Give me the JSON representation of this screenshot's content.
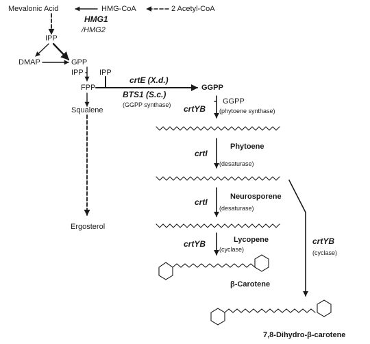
{
  "metabolites": {
    "mevalonic_acid": "Mevalonic Acid",
    "hmg_coa": "HMG-CoA",
    "acetyl_coa": "2 Acetyl-CoA",
    "ipp_top": "IPP",
    "dmap": "DMAP",
    "gpp": "GPP",
    "ipp_a": "IPP",
    "ipp_b": "IPP",
    "fpp": "FPP",
    "ggpp_main": "GGPP",
    "ggpp_small": "GGPP",
    "squalene": "Squalene",
    "ergosterol": "Ergosterol",
    "phytoene": "Phytoene",
    "neurosporene": "Neurosporene",
    "lycopene": "Lycopene",
    "beta_carotene": "β-Carotene",
    "dihydro_beta_carotene": "7,8-Dihydro-β-carotene"
  },
  "enzymes": {
    "hmg1": "HMG1",
    "hmg2": "/HMG2",
    "crtE": "crtE (X.d.)",
    "bts1": "BTS1 (S.c.)",
    "ggpp_synthase": "(GGPP synthase)",
    "crtYB_1": "crtYB",
    "phytoene_synthase": "(phytoene synthase)",
    "crtI_1": "crtI",
    "desaturase_1": "(desaturase)",
    "crtI_2": "crtI",
    "desaturase_2": "(desaturase)",
    "crtYB_2": "crtYB",
    "cyclase_1": "(cyclase)",
    "crtYB_3": "crtYB",
    "cyclase_2": "(cyclase)"
  }
}
